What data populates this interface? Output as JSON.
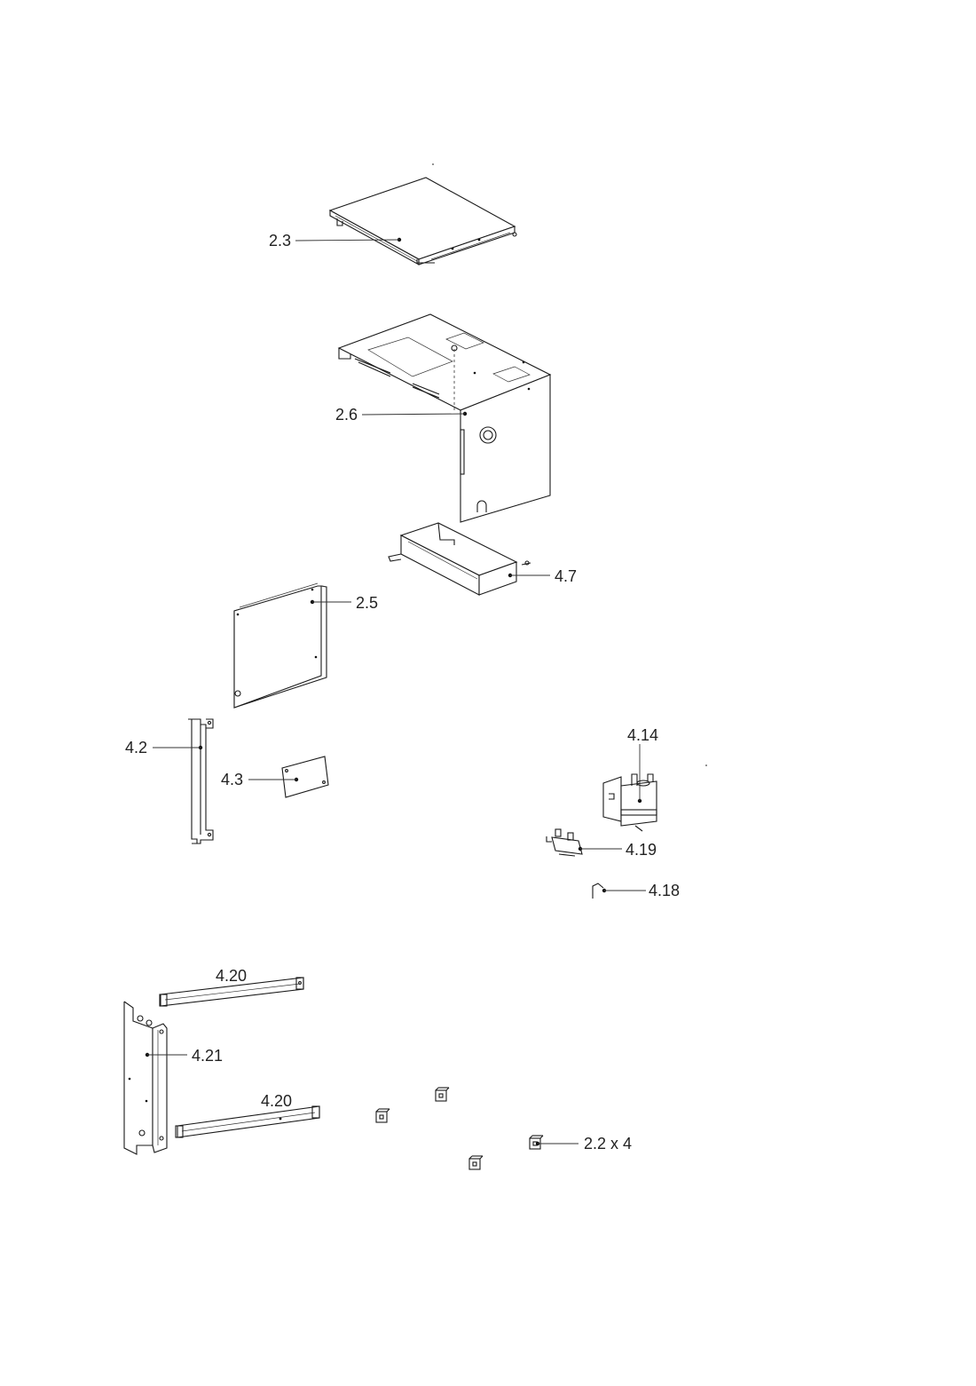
{
  "callouts": {
    "c_2_3": "2.3",
    "c_2_6": "2.6",
    "c_4_7": "4.7",
    "c_2_5": "2.5",
    "c_4_2": "4.2",
    "c_4_3": "4.3",
    "c_4_14": "4.14",
    "c_4_19": "4.19",
    "c_4_18": "4.18",
    "c_4_20_top": "4.20",
    "c_4_21": "4.21",
    "c_4_20_bottom": "4.20",
    "c_2_2": "2.2 x 4"
  }
}
